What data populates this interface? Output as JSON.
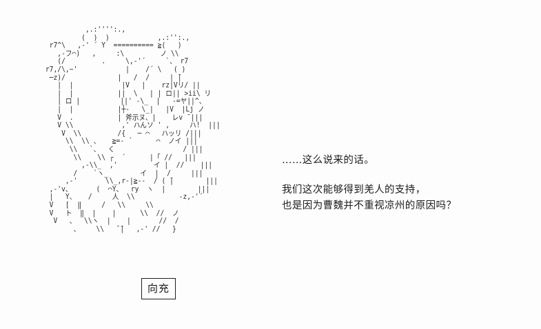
{
  "scene": {
    "background_color": "#fdfdfd",
    "text_color": "#1c1c1c",
    "art_color": "#2b2b2b"
  },
  "name_plate": {
    "label": "向充",
    "border_color": "#1d1d1d"
  },
  "dialogue": {
    "lines": [
      "……这么说来的话。",
      "",
      "我们这次能够得到羌人的支持，",
      "也是因为曹魏并不重视凉州的原因吗？"
    ],
    "line_1": "……这么说来的话。",
    "line_2": "我们这次能够得到羌人的支持，",
    "line_3": "也是因为曹魏并不重视凉州的原因吗？"
  },
  "ascii_art": {
    "description": "monochrome AA character portrait",
    "body": "           ,.:'''':.,\n          (  )  )            ,.:'':.,\n  r7^\\   ,-' ´ Y  ========== ≧(   )\n    ,-フ⌒)   ,     :\\         ノ \\\\\n    (/         .     \\,-'´     `、 r7\n r7,/\\,~'            |    /´ \\   ( )\n  ─z)/             |   /  /     | ̄|\n    |  |            |V   |    rz|Vリ/ ||\n    |  |           ||  \\   | | ロ|| >ii\\ リ\n    | ロ |          ||' ‐\\_  |   ‐=ヤ||^、\n    |  |           |┼-   \\_|   |V  |Lj ノ\n    V  .           | 斧示ヌ、|    レv ̄ |||\n    V \\\\            ,' ハんソ ' ,     ハ!  |||\n     V  \\\\         /{   ─ ⌒   ハッリ /|||\n      \\\\  \\\\ 、   ≧=- ´      ⌒  ノイ |||\n       \\\\   `、  く                 / |||\n        \\\\    \\\\ ┌  ´      |「 //   |||\n          ,-\\\\_  ,'         イ |  //    |||\n        /    `ヽ_        イ  |  /     |||\n      ,-'       \\\\_,r-|≧--  / ( ̄|        |||\n  ,-'v、      (  ⌒Y、  ry  ヽ  |        |||\n  |   Y、   /     人  \\\\           -z,-'´\n  V   [  ‖     /   \\\\     \\\\\n  V   ト  ‖  |    |      \\\\  //  ノ\n   V   、  \\\\ヽ  |    |       //  /\n        、    \\\\   ̄ ̄|   ,-' //   }"
  }
}
